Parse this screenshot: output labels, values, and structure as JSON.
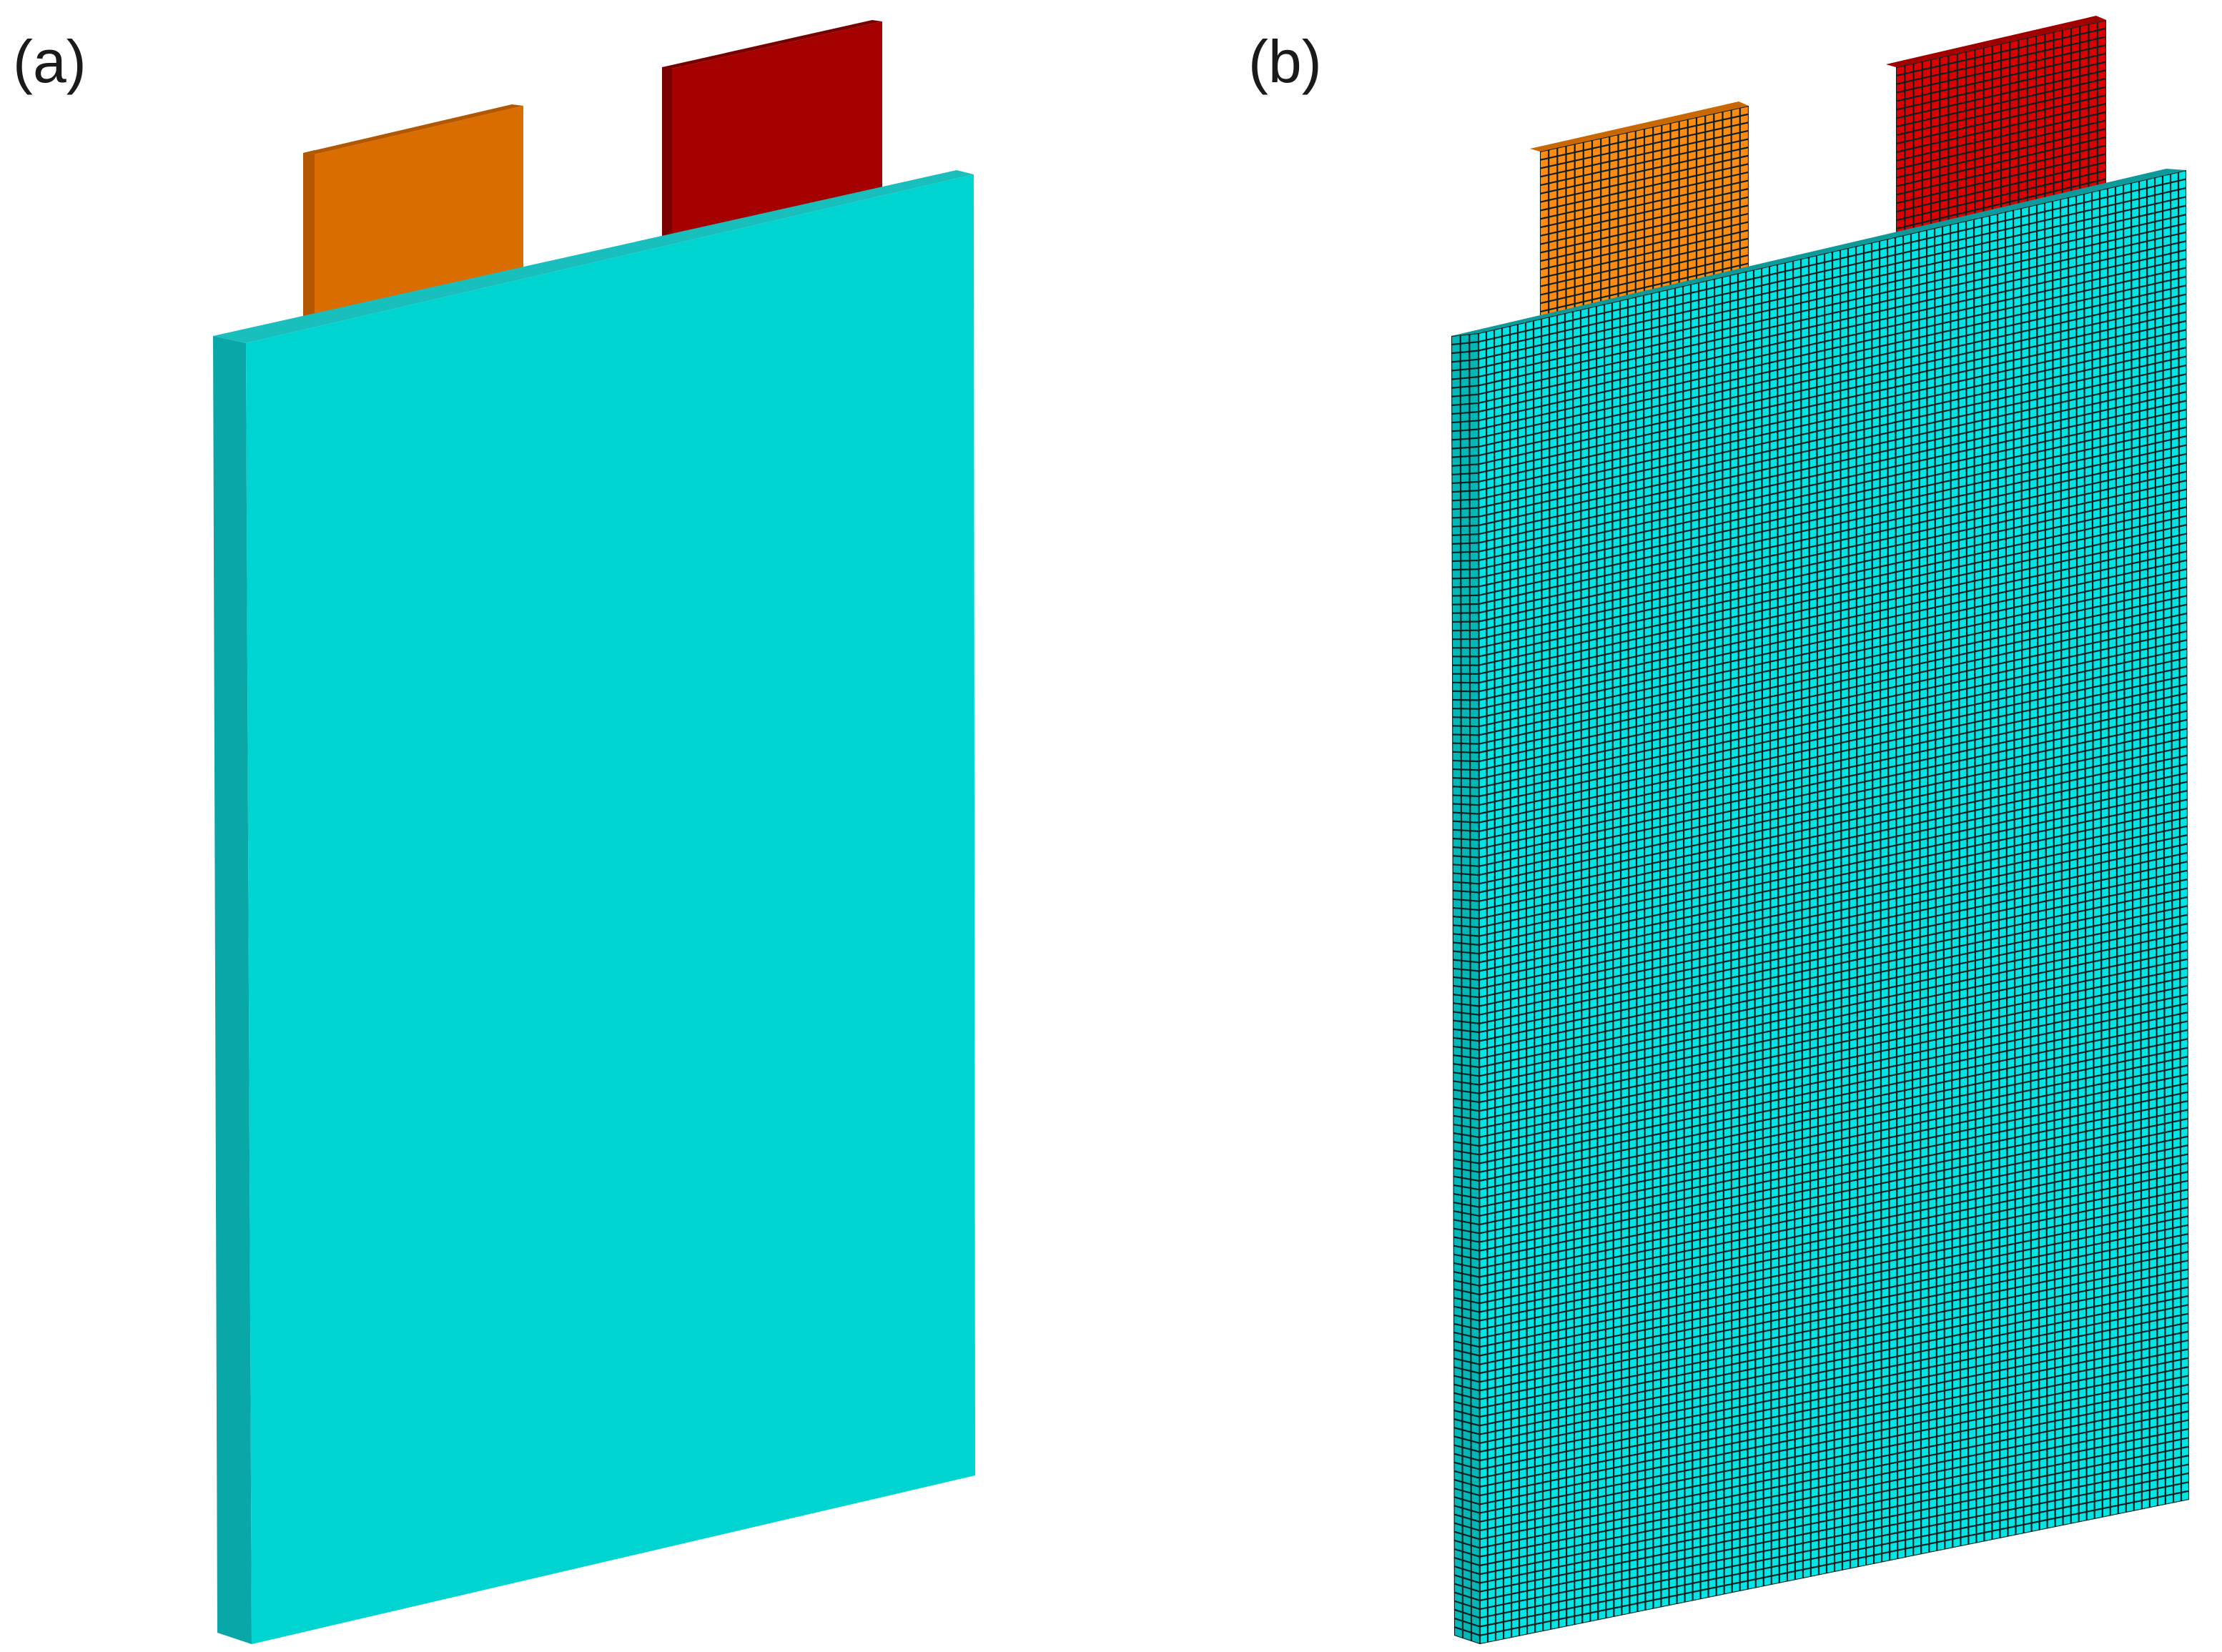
{
  "panels": [
    {
      "label": "(a)",
      "style": "solid",
      "colors": {
        "cell_front": "#00d4d0",
        "cell_side": "#0aa7a8",
        "cell_top": "#18bfbd",
        "tab_left": "#d96d00",
        "tab_left_side": "#b35700",
        "tab_right": "#a50000",
        "tab_right_side": "#7a0000"
      }
    },
    {
      "label": "(b)",
      "style": "meshed",
      "colors": {
        "cell_front": "#00e5e5",
        "cell_side": "#00b8b8",
        "cell_top": "#0d9a9a",
        "tab_left": "#ff8c10",
        "tab_left_side": "#c96800",
        "tab_right": "#dd0000",
        "tab_right_side": "#a00000",
        "mesh_line": "#0b1f1f"
      }
    }
  ]
}
